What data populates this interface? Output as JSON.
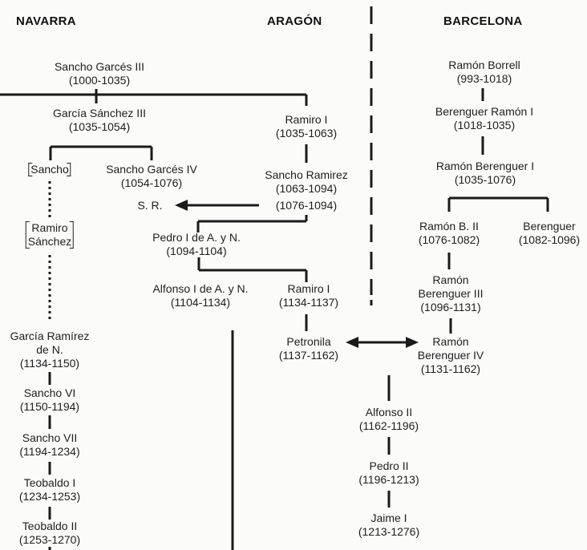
{
  "headers": {
    "navarra": "NAVARRA",
    "aragon": "ARAGÓN",
    "barcelona": "BARCELONA"
  },
  "nodes": {
    "sancho_garces_iii": {
      "name": "Sancho Garcés III",
      "dates": "(1000-1035)"
    },
    "garcia_sanchez_iii": {
      "name": "García Sánchez III",
      "dates": "(1035-1054)"
    },
    "sancho_bracket": {
      "name": "Sancho"
    },
    "sancho_garces_iv": {
      "name": "Sancho Garcés IV",
      "dates": "(1054-1076)"
    },
    "ramiro_sanchez": {
      "line1": "Ramiro",
      "line2": "Sánchez"
    },
    "ramiro_i": {
      "name": "Ramiro I",
      "dates": "(1035-1063)"
    },
    "sancho_ramirez": {
      "name": "Sancho Ramirez",
      "dates": "(1063-1094)",
      "dates2": "(1076-1094)"
    },
    "sr": {
      "name": "S. R."
    },
    "pedro_i": {
      "name": "Pedro I de A. y N.",
      "dates": "(1094-1104)"
    },
    "alfonso_i": {
      "name": "Alfonso I de A. y N.",
      "dates": "(1104-1134)"
    },
    "ramiro_i_2": {
      "name": "Ramiro I",
      "dates": "(1134-1137)"
    },
    "petronila": {
      "name": "Petronila",
      "dates": "(1137-1162)"
    },
    "garcia_ramirez": {
      "line1": "García Ramírez",
      "line2": "de N.",
      "dates": "(1134-1150)"
    },
    "sancho_vi": {
      "name": "Sancho VI",
      "dates": "(1150-1194)"
    },
    "sancho_vii": {
      "name": "Sancho VII",
      "dates": "(1194-1234)"
    },
    "teobaldo_i": {
      "name": "Teobaldo I",
      "dates": "(1234-1253)"
    },
    "teobaldo_ii": {
      "name": "Teobaldo II",
      "dates": "(1253-1270)"
    },
    "ramon_borrell": {
      "name": "Ramón Borrell",
      "dates": "(993-1018)"
    },
    "berenguer_ramon_i": {
      "name": "Berenguer Ramón I",
      "dates": "(1018-1035)"
    },
    "ramon_berenguer_i": {
      "name": "Ramón Berenguer I",
      "dates": "(1035-1076)"
    },
    "ramon_b_ii": {
      "name": "Ramón B. II",
      "dates": "(1076-1082)"
    },
    "berenguer": {
      "name": "Berenguer",
      "dates": "(1082-1096)"
    },
    "ramon_berenguer_iii": {
      "line1": "Ramón",
      "line2": "Berenguer III",
      "dates": "(1096-1131)"
    },
    "ramon_berenguer_iv": {
      "line1": "Ramón",
      "line2": "Berenguer IV",
      "dates": "(1131-1162)"
    },
    "alfonso_ii": {
      "name": "Alfonso II",
      "dates": "(1162-1196)"
    },
    "pedro_ii": {
      "name": "Pedro II",
      "dates": "(1196-1213)"
    },
    "jaime_i": {
      "name": "Jaime I",
      "dates": "(1213-1276)"
    }
  }
}
